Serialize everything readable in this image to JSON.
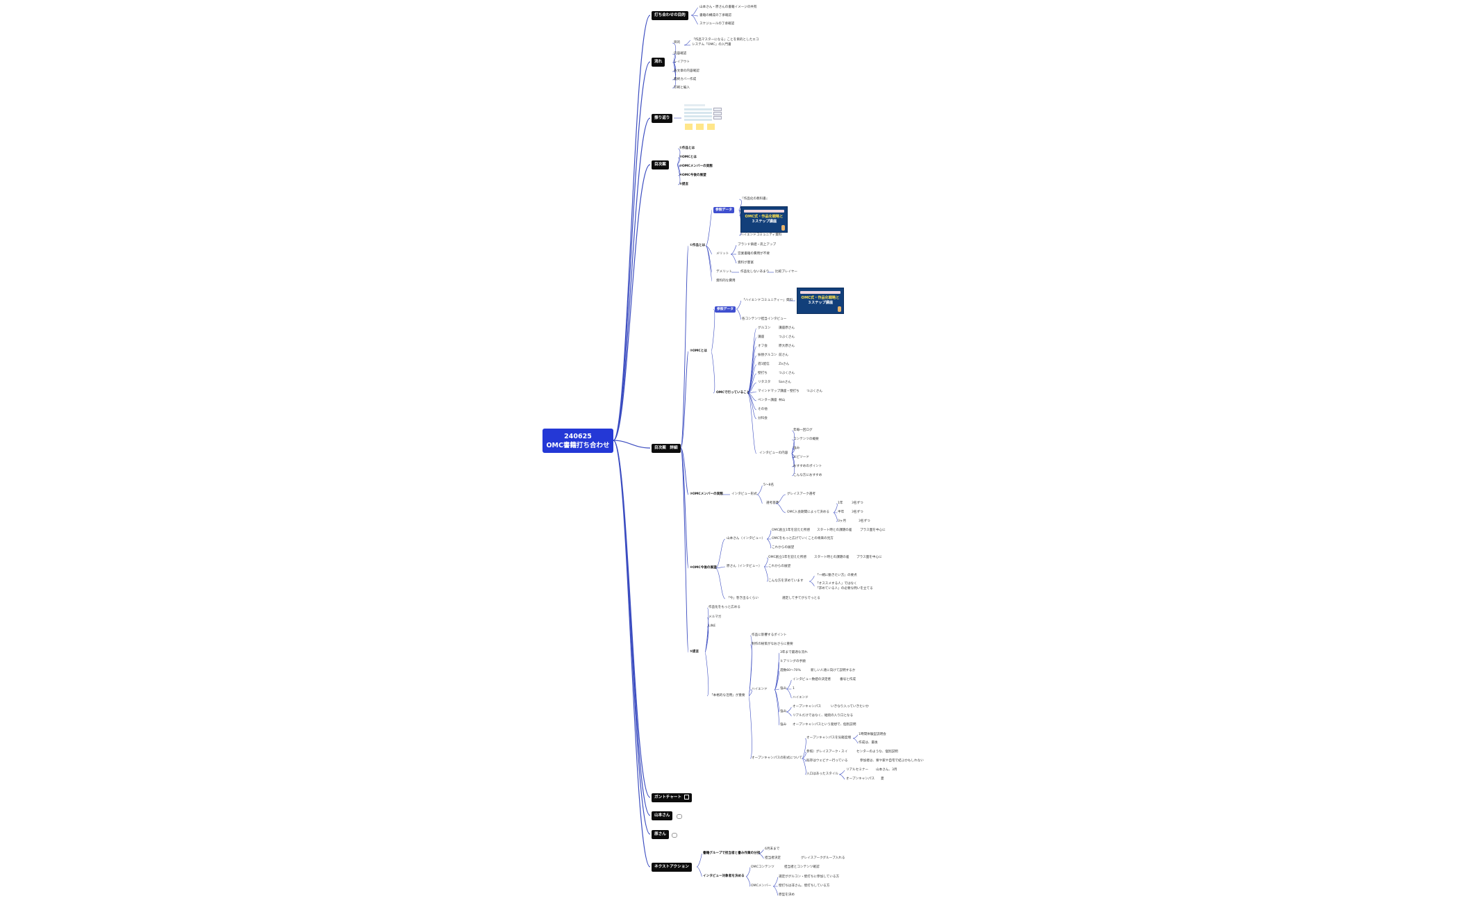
{
  "root": {
    "line1": "240625",
    "line2": "OMC書籍打ち合わせ"
  },
  "colors": {
    "root": "#2438d6",
    "branch": "#0c0c0c",
    "pill": "#3f4fcf",
    "edge": "#3b4cc0"
  },
  "branches": {
    "b1": "打ち合わせの目的",
    "b2": "流れ",
    "b3": "振り返り",
    "b4": "目次案",
    "b5": "目次案　詳細",
    "b6": "ガントチャート",
    "b7": "山本さん",
    "b8": "原さん",
    "b9": "ネクストアクション"
  },
  "purpose": {
    "i1": "山本さん・原さんの書籍イメージの共有",
    "i2": "書籍の構成の了承確認",
    "i3": "スケジュールの了承確認"
  },
  "flow": {
    "i0": "目的",
    "i0d1": "「作品マスターになる」ことを目的としたエコ",
    "i0d2": "システム「OMC」の入門書",
    "i1": "内容確認",
    "i2": "レイアウト",
    "i3": "各文章の内容確認",
    "i4": "最終カバー作成",
    "i5": "印刷と編入"
  },
  "toc": {
    "i1": "①作品とは",
    "i2": "②OMCとは",
    "i3": "③OMCメンバーの実態",
    "i4": "④OMC今後の展望",
    "i5": "⑤提言"
  },
  "sec1": {
    "title": "①作品とは",
    "ref": "参照データ",
    "refd": "『作品化の教科書』",
    "thumb_l1": "OMC式・作品化戦略と",
    "thumb_l2": "３ステップ講座",
    "caption": "ハイエンドコミュニティ資料",
    "merit": "メリット",
    "m1": "ブランド価値・売上アップ",
    "m2": "営業書籍の費用が不要",
    "m3": "資料が豊富",
    "demerit": "デメリット",
    "d1": "作品化しないあまり",
    "d2": "比較プレイヤー",
    "last": "資料的な費用"
  },
  "sec2": {
    "title": "②OMCとは",
    "ref": "参照データ",
    "refd": "「ハイエンドコミュニティー」資料",
    "thumb_l1": "OMC式・作品化戦略と",
    "thumb_l2": "３ステップ講座",
    "refd2": "各コンテンツ担当インタビュー",
    "doing": "OMCで行っていること",
    "p": [
      [
        "グルコン",
        "講座原さん"
      ],
      [
        "講座",
        "つぶくさん"
      ],
      [
        "オフ会",
        "原大原さん"
      ],
      [
        "振替グルコン",
        "前さん"
      ],
      [
        "週1配信",
        "Zaさん"
      ],
      [
        "壁打ち",
        "つぶくさん"
      ],
      [
        "リタスタ",
        "Sanさん"
      ],
      [
        "マインドマップ講座・壁打ち",
        "つぶくさん"
      ],
      [
        "ペンター講座",
        "林山"
      ],
      [
        "その他",
        ""
      ],
      [
        "分科会",
        ""
      ]
    ],
    "interview": "インタビューの内容",
    "iv": [
      "年毎一回ログ",
      "コンテンツの概要",
      "強み",
      "エピソード",
      "おすすめのポイント",
      "こんな方におすすめ"
    ]
  },
  "sec3": {
    "title": "③OMCメンバーの実態",
    "iv": "インタビュー形式",
    "a": "5～8名",
    "b": "選考基準",
    "b1": "グレイスアーク選考",
    "b2": "OMC入会期間によって決める",
    "c1": "1年",
    "c1v": "3名ずつ",
    "c2": "半年",
    "c2v": "3名ずつ",
    "c3": "3ヶ月",
    "c3v": "3名ずつ"
  },
  "sec4": {
    "title": "④OMC今後の展望",
    "y": "山本さん（インタビュー）",
    "y1": "OMC創立1年を迎えた所感",
    "y1a": "スタート時との課題の差",
    "y1b": "プラス面を中心に",
    "y2": "OMCをもっと広げていくことの将来の見方",
    "y3": "これからの展望",
    "h": "原さん（インタビュー）",
    "h1": "OMC創立1年を迎えた所感",
    "h1a": "スタート時との課題の差",
    "h1b": "プラス面を中心に",
    "h2": "これからの展望",
    "h3": "こんな方を求めています",
    "h3a": "「一緒に動きたい方」の要点",
    "h3b1": "「オススメする人」ではなく",
    "h3b2": "「求めている人」の必要な問いを立てる",
    "last": "「今」巻き出るくらい",
    "lasta": "選定して手てがらでっとる"
  },
  "sec5": {
    "title": "⑤提言",
    "a": "作品化をもっと広める",
    "b": "メルマガ",
    "c": "LINE",
    "d": "「本格的な活用」が重要",
    "d1": "作品に影響するポイント",
    "d2": "制作の秘策がなおさらに重要",
    "hi": "ハイエンド",
    "hi1": "3年まで最適な流れ",
    "hi2": "ヒアリングの手順",
    "hi3": "週数60～70%",
    "hi3a": "新しい人達に向けて説明するか",
    "s1": "強み",
    "s1a": "インタビュー数値の決定者",
    "s1b": "番号と作成",
    "s1c": "1",
    "s1d": "ハイエンド",
    "s2": "強み",
    "s2a": "オープンキャンパス",
    "s2b": "いきなり入っていきたいか",
    "s2c": "リアルだけではなく、継続の入り口となる",
    "s3": "強み",
    "s3a": "オープンキャンパスという発想で、個別説明",
    "oc": "オープンキャンパスの形式について",
    "oc1": "オープンキャンパスを気軽度増",
    "oc1a": "1時間体験型説明会",
    "oc1b": "作成は、最後",
    "oc2": "参照）グレイスアーク・スイ",
    "oc2b": "センターのような、個別説明",
    "oc3": "既存はウェビナー行っている",
    "oc3b": "参加者は、寮や家や自宅で結ぶかもしれない",
    "oc4": "入口はあったスタイル",
    "oc4a": "リアルセミナー",
    "oc4av": "山本さん、3月",
    "oc4b": "オープンキャンパス",
    "oc4bv": "夏"
  },
  "next": {
    "n1": "書籍グループで担当者と書み作業の分担",
    "n1a": "6月末まで",
    "n1b": "担当者決定",
    "n1bv": "グレイスアークグループ入れる",
    "n2": "インタビュー対象者を決める",
    "n2a": "OMCコンテンツ",
    "n2av": "担当者とコンテンツ確認",
    "n2b": "OMCメンバー",
    "n2b1": "選定がグルコン・壁打ちに参加している方",
    "n2b2": "壁打ちは非さん、壁打ちしている方",
    "n2b3": "原型を決め"
  }
}
